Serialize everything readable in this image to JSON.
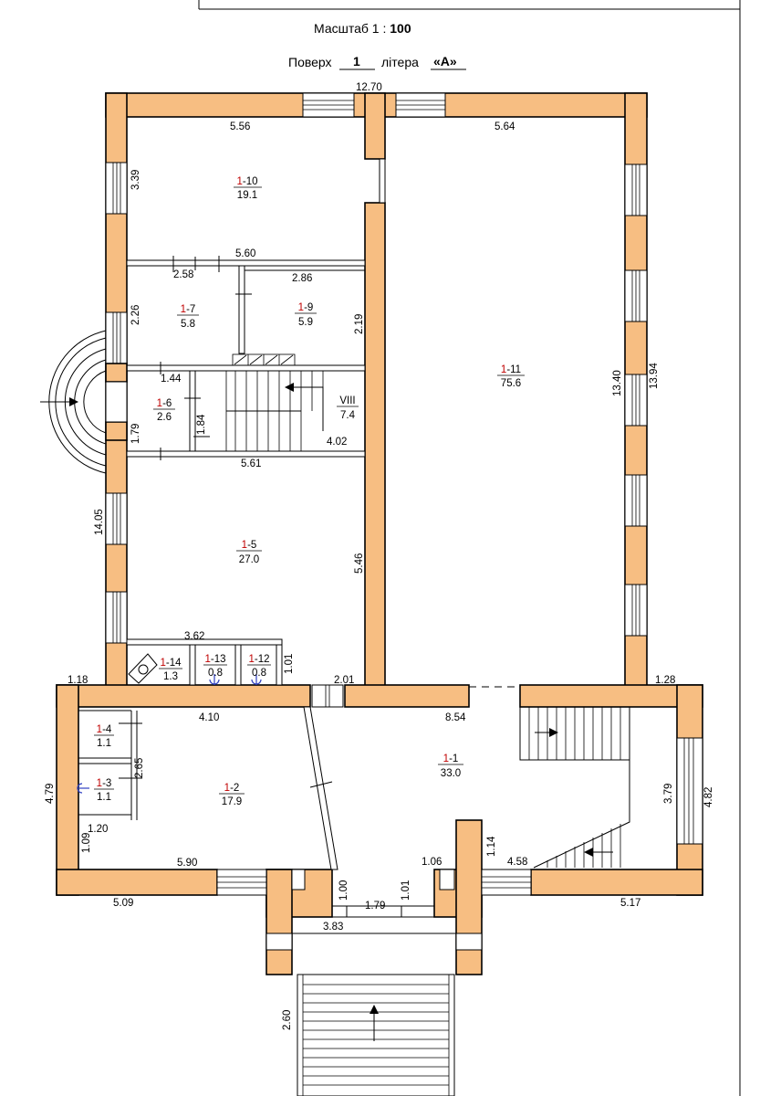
{
  "header": {
    "scale_label": "Масштаб",
    "scale_value": "1 : ",
    "scale_value_bold": "100",
    "floor_label": "Поверх",
    "floor_value": "1",
    "letter_label": "літера",
    "letter_value": "«А»"
  },
  "rooms": [
    {
      "id": "r10",
      "level": "1",
      "num": "-10",
      "area": "19.1"
    },
    {
      "id": "r7",
      "level": "1",
      "num": "-7",
      "area": "5.8"
    },
    {
      "id": "r9",
      "level": "1",
      "num": "-9",
      "area": "5.9"
    },
    {
      "id": "r6",
      "level": "1",
      "num": "-6",
      "area": "2.6"
    },
    {
      "id": "rVIII",
      "level": "",
      "num": "VIII",
      "area": "7.4"
    },
    {
      "id": "r11",
      "level": "1",
      "num": "-11",
      "area": "75.6"
    },
    {
      "id": "r5",
      "level": "1",
      "num": "-5",
      "area": "27.0"
    },
    {
      "id": "r14",
      "level": "1",
      "num": "-14",
      "area": "1.3"
    },
    {
      "id": "r13",
      "level": "1",
      "num": "-13",
      "area": "0.8"
    },
    {
      "id": "r12",
      "level": "1",
      "num": "-12",
      "area": "0.8"
    },
    {
      "id": "r4",
      "level": "1",
      "num": "-4",
      "area": "1.1"
    },
    {
      "id": "r3",
      "level": "1",
      "num": "-3",
      "area": "1.1"
    },
    {
      "id": "r2",
      "level": "1",
      "num": "-2",
      "area": "17.9"
    },
    {
      "id": "r1",
      "level": "1",
      "num": "-1",
      "area": "33.0"
    }
  ],
  "dimensions": {
    "d_top_total": "12.70",
    "d_556": "5.56",
    "d_564": "5.64",
    "d_339": "3.39",
    "d_560": "5.60",
    "d_258": "2.58",
    "d_286": "2.86",
    "d_226": "2.26",
    "d_219": "2.19",
    "d_144": "1.44",
    "d_179": "1.79",
    "d_184": "1.84",
    "d_402": "4.02",
    "d_561": "5.61",
    "d_1340": "13.40",
    "d_1394": "13.94",
    "d_1405": "14.05",
    "d_546": "5.46",
    "d_362": "3.62",
    "d_101a": "1.01",
    "d_118": "1.18",
    "d_201": "2.01",
    "d_128": "1.28",
    "d_410": "4.10",
    "d_854": "8.54",
    "d_265": "2.65",
    "d_479": "4.79",
    "d_120": "1.20",
    "d_109": "1.09",
    "d_590": "5.90",
    "d_114": "1.14",
    "d_106": "1.06",
    "d_458": "4.58",
    "d_379": "3.79",
    "d_482": "4.82",
    "d_509": "5.09",
    "d_100": "1.00",
    "d_101b": "1.01",
    "d_179b": "1.79",
    "d_383": "3.83",
    "d_517": "5.17",
    "d_260": "2.60"
  },
  "colors": {
    "wall": "#f7be82",
    "level_digit": "#c00000",
    "symbol": "#3040c0"
  }
}
